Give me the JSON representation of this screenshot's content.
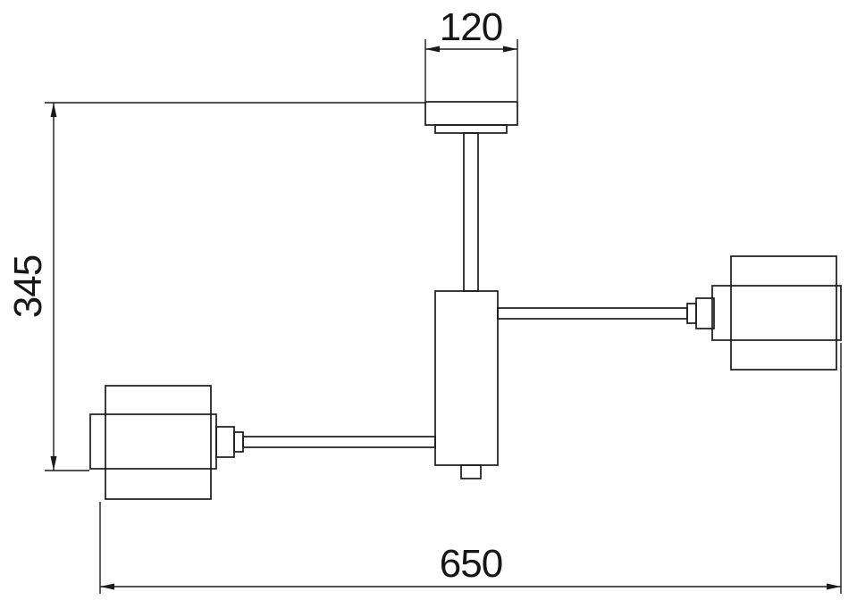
{
  "diagram": {
    "type": "technical-dimension-drawing",
    "subject": "two-arm ceiling light fixture, front elevation",
    "background_color": "#ffffff",
    "line_color": "#1a1a1a",
    "dimensions": {
      "mount_width": "120",
      "overall_height": "345",
      "overall_width": "650"
    }
  }
}
